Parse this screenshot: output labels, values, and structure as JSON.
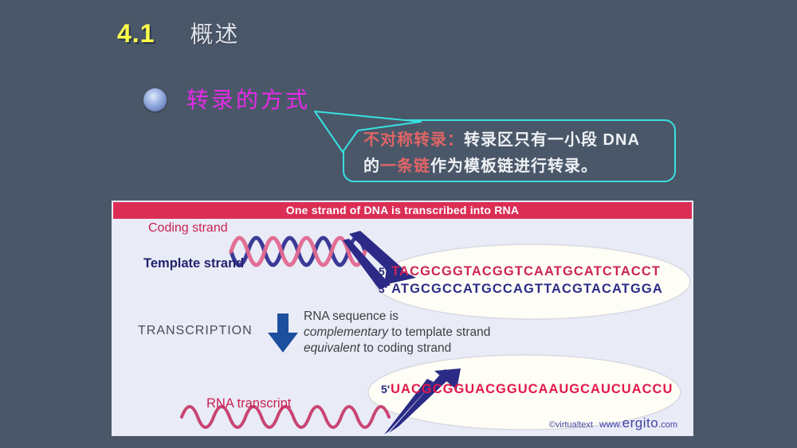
{
  "slide": {
    "section_number": "4.1",
    "section_title": "概述",
    "bullet_label": "转录的方式",
    "callout": {
      "term": "不对称转录：",
      "line1_rest": "转录区只有一小段 DNA",
      "line2_pre": "的",
      "line2_highlight": "一条链",
      "line2_rest": "作为模板链进行转录。"
    }
  },
  "figure": {
    "header": "One strand of DNA is transcribed into RNA",
    "coding_strand_label": "Coding strand",
    "template_strand_label": "Template strand",
    "transcription_label": "TRANSCRIPTION",
    "note_line1": "RNA sequence is",
    "note_line2_em": "complementary",
    "note_line2_rest": " to template strand",
    "note_line3_em": "equivalent",
    "note_line3_rest": " to coding strand",
    "dna_top_prime": "5'",
    "dna_top_seq": "TACGCGGTACGGTCAATGCATCTACCT",
    "dna_bottom_prime": "3'",
    "dna_bottom_seq": "ATGCGCCATGCCAGTTACGTACATGGA",
    "rna_prime": "5'",
    "rna_seq": "UACGCGGUACGGUCAAUGCAUCUACCU",
    "rna_transcript_label": "RNA transcript",
    "watermark": {
      "copyright": "©virtualtext",
      "prefix": "www.",
      "brand": "ergito",
      "suffix": ".com"
    }
  },
  "colors": {
    "slide_background": "#4a5769",
    "title_yellow": "#ffff4a",
    "title_gray": "#dce1e8",
    "bullet_magenta": "#e52ae5",
    "callout_border_cyan": "#38e0e0",
    "callout_red": "#e06565",
    "figure_background": "#e9ebf7",
    "figure_header_red": "#dc2e55",
    "dna_coding_red": "#ce2453",
    "dna_template_blue": "#2c2c8a",
    "rna_red": "#e3174b",
    "arrow_navy": "#2b2b87",
    "transcription_arrow_blue": "#1c4f9e"
  }
}
